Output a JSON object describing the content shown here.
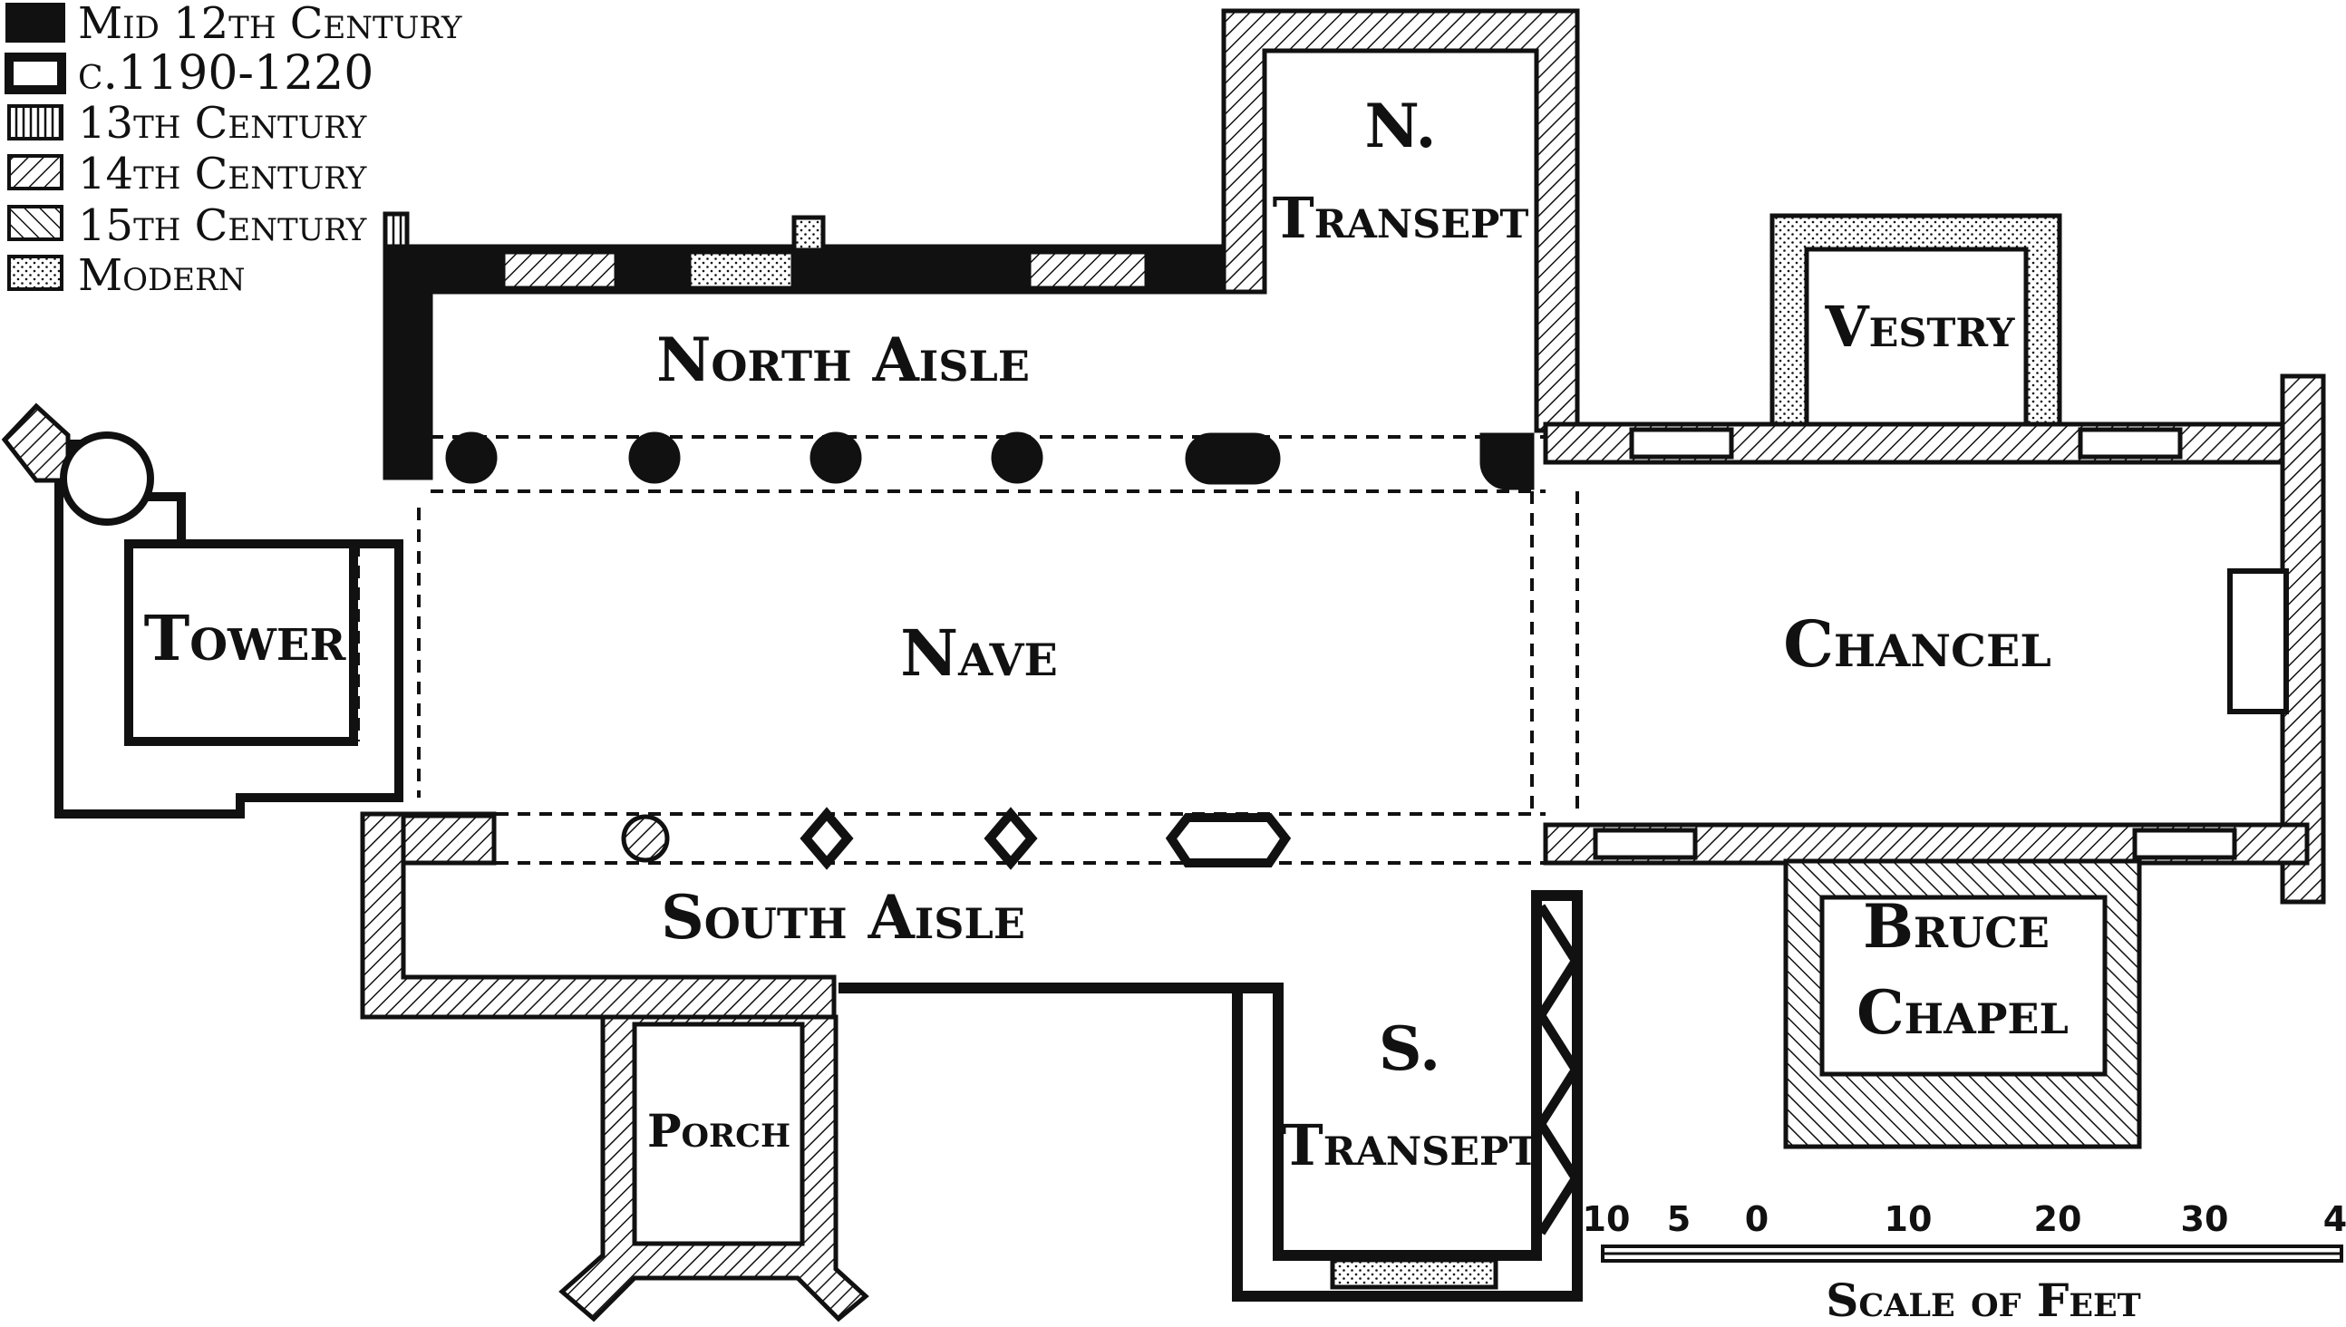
{
  "legend": [
    {
      "label": "Mid 12th Century",
      "pattern": "solid"
    },
    {
      "label": "c.1190-1220",
      "pattern": "outline"
    },
    {
      "label": "13th Century",
      "pattern": "vertical"
    },
    {
      "label": "14th Century",
      "pattern": "diag-right"
    },
    {
      "label": "15th Century",
      "pattern": "diag-left"
    },
    {
      "label": "Modern",
      "pattern": "dots"
    }
  ],
  "rooms": {
    "n_transept_1": "N.",
    "n_transept_2": "Transept",
    "vestry": "Vestry",
    "north_aisle": "North Aisle",
    "tower": "Tower",
    "nave": "Nave",
    "chancel": "Chancel",
    "south_aisle": "South Aisle",
    "bruce_chapel_1": "Bruce",
    "bruce_chapel_2": "Chapel",
    "porch": "Porch",
    "s_transept_1": "S.",
    "s_transept_2": "Transept"
  },
  "scale": {
    "ticks": [
      "10",
      "5",
      "0",
      "10",
      "20",
      "30",
      "4"
    ],
    "label": "Scale of Feet"
  },
  "colors": {
    "ink": "#111111",
    "paper": "#ffffff"
  }
}
